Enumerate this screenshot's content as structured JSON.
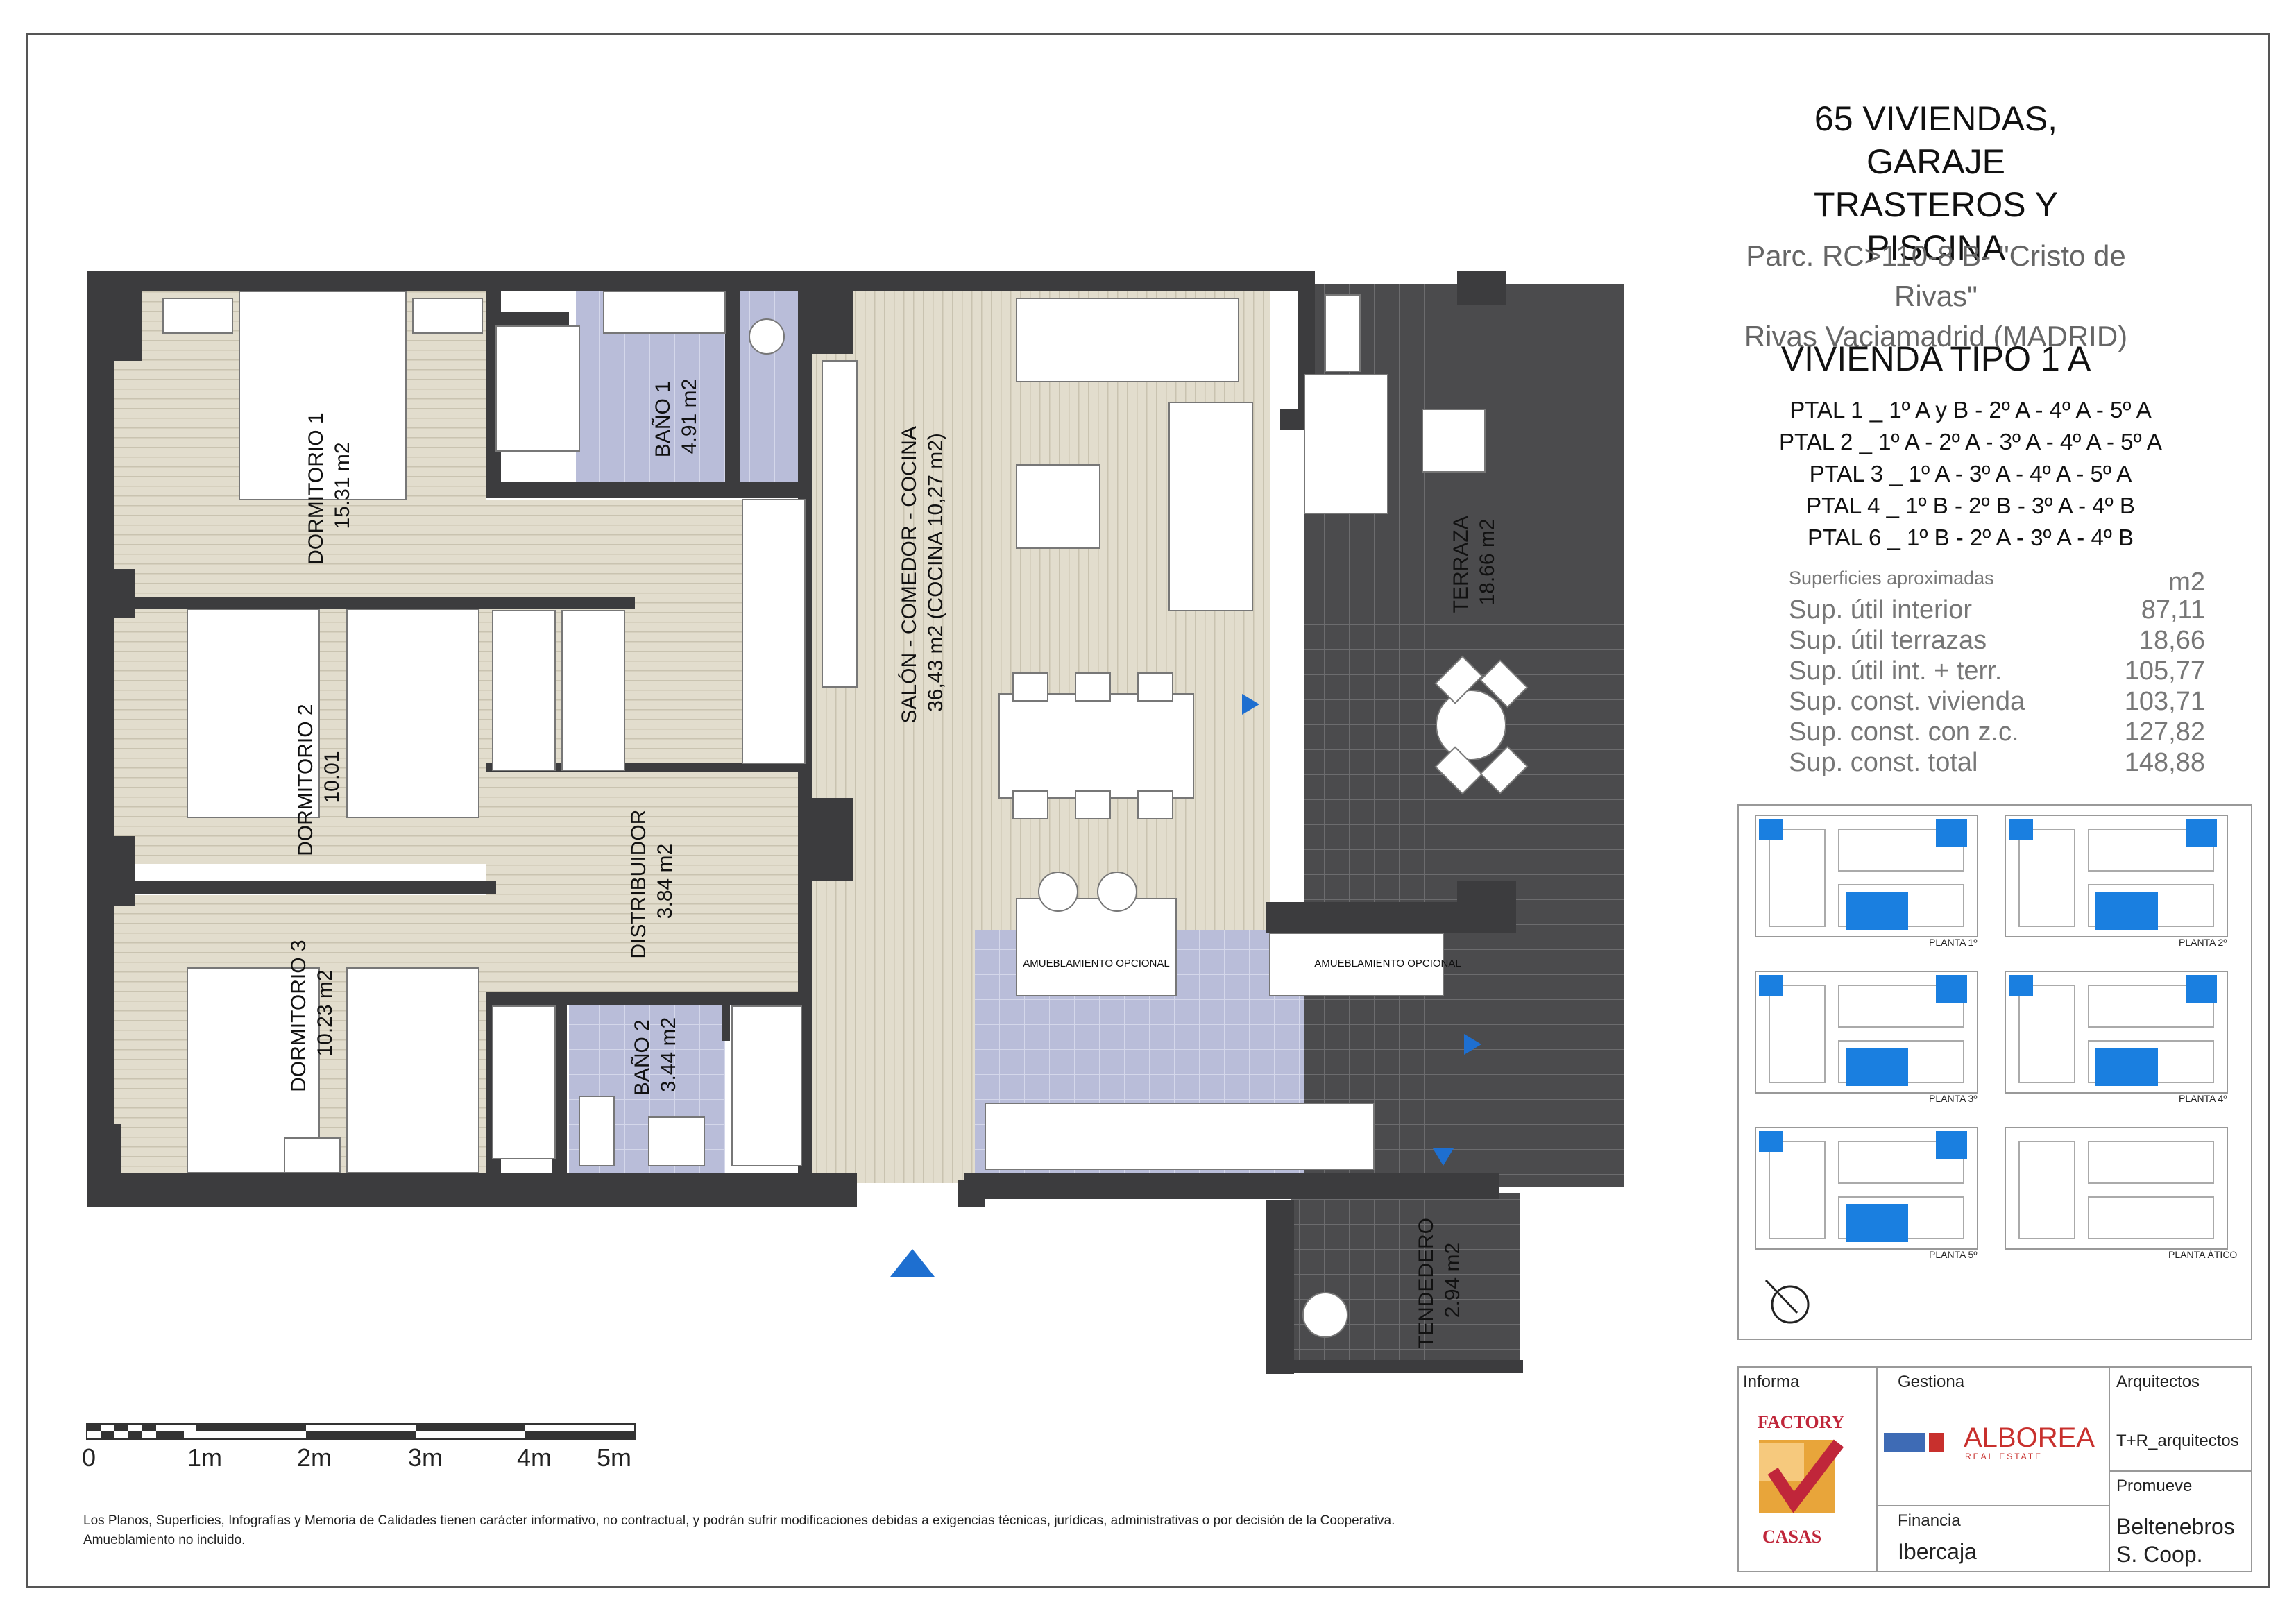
{
  "header": {
    "project_title_line1": "65 VIVIENDAS, GARAJE",
    "project_title_line2": "TRASTEROS Y PISCINA",
    "parcel_line1": "Parc. RC>110-8 B- \"Cristo de Rivas\"",
    "parcel_line2": "Rivas Vaciamadrid (MADRID)",
    "dwelling_type": "VIVIENDA TIPO 1 A"
  },
  "floors": [
    "PTAL 1 _ 1º A y B - 2º A - 4º A - 5º A",
    "PTAL 2 _ 1º A - 2º A - 3º A - 4º A - 5º A",
    "PTAL 3 _ 1º A - 3º A - 4º A - 5º A",
    "PTAL 4 _ 1º B - 2º B - 3º A - 4º B",
    "PTAL 6 _ 1º B - 2º A - 3º A - 4º B"
  ],
  "surfaces": {
    "heading": "Superficies aproximadas",
    "unit": "m2",
    "rows": [
      {
        "label": "Sup. útil interior",
        "value": "87,11"
      },
      {
        "label": "Sup. útil terrazas",
        "value": "18,66"
      },
      {
        "label": "Sup. útil int. + terr.",
        "value": "105,77"
      },
      {
        "label": "Sup. const. vivienda",
        "value": "103,71"
      },
      {
        "label": "Sup. const. con z.c.",
        "value": "127,82"
      },
      {
        "label": "Sup. const. total",
        "value": "148,88"
      }
    ]
  },
  "rooms": {
    "dormitorio1": {
      "name": "DORMITORIO 1",
      "area": "15.31 m2"
    },
    "dormitorio2": {
      "name": "DORMITORIO 2",
      "area": "10.01"
    },
    "dormitorio3": {
      "name": "DORMITORIO 3",
      "area": "10.23 m2"
    },
    "bano1": {
      "name": "BAÑO 1",
      "area": "4.91 m2"
    },
    "bano2": {
      "name": "BAÑO 2",
      "area": "3.44 m2"
    },
    "distribuidor": {
      "name": "DISTRIBUIDOR",
      "area": "3.84 m2"
    },
    "salon": {
      "name": "SALÓN - COMEDOR - COCINA",
      "area": "36,43 m2 (COCINA 10,27 m2)"
    },
    "terraza": {
      "name": "TERRAZA",
      "area": "18.66 m2"
    },
    "tendedero": {
      "name": "TENDEDERO",
      "area": "2.94 m2"
    },
    "optional_furniture": "AMUEBLAMIENTO OPCIONAL"
  },
  "keyplans": [
    {
      "label": "PLANTA 1º"
    },
    {
      "label": "PLANTA 2º"
    },
    {
      "label": "PLANTA 3º"
    },
    {
      "label": "PLANTA 4º"
    },
    {
      "label": "PLANTA 5º"
    },
    {
      "label": "PLANTA ÁTICO"
    }
  ],
  "scale": {
    "labels": [
      "0",
      "1m",
      "2m",
      "3m",
      "4m",
      "5m"
    ]
  },
  "credits": {
    "informa_label": "Informa",
    "informa_logo_top": "FACTORY",
    "informa_logo_bottom": "CASAS",
    "gestiona_label": "Gestiona",
    "gestiona_name": "ALBOREA",
    "gestiona_sub": "REAL ESTATE",
    "arquitectos_label": "Arquitectos",
    "arquitectos_name": "T+R_arquitectos",
    "promueve_label": "Promueve",
    "promueve_name_line1": "Beltenebros",
    "promueve_name_line2": "S. Coop.",
    "financia_label": "Financia",
    "financia_name": "Ibercaja"
  },
  "legal_line1": "Los Planos, Superficies, Infografías y Memoria de Calidades tienen carácter informativo, no contractual, y podrán sufrir modificaciones debidas a exigencias técnicas, jurídicas, administrativas o por decisión de la Cooperativa.",
  "legal_line2": "Amueblamiento no incluido.",
  "colors": {
    "wall": "#3c3c3e",
    "wood": "#ddd8c8",
    "tile": "#b8bcd8",
    "terrace": "#4a4a4c",
    "accent": "#1e6fd0",
    "highlight": "#1a7fe0"
  }
}
